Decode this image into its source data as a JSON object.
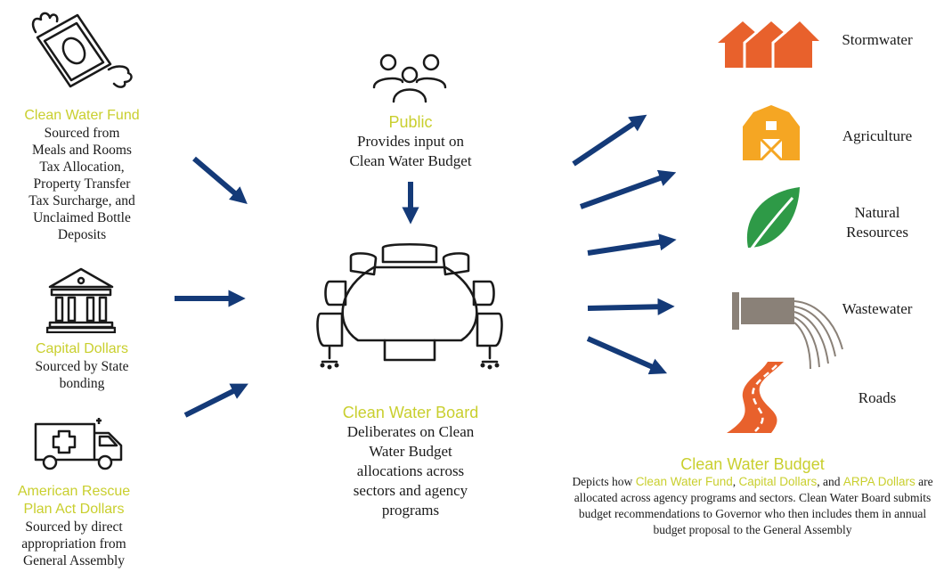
{
  "sources": {
    "clean_water_fund": {
      "title": "Clean Water Fund",
      "description": "Sourced from\nMeals and Rooms\nTax Allocation,\nProperty Transfer\nTax Surcharge, and\nUnclaimed Bottle\nDeposits"
    },
    "capital_dollars": {
      "title": "Capital Dollars",
      "description": "Sourced by State\nbonding"
    },
    "arpa": {
      "title": "American Rescue\nPlan Act Dollars",
      "description": "Sourced by direct\nappropriation from\nGeneral Assembly"
    }
  },
  "public": {
    "title": "Public",
    "description": "Provides input on\nClean Water Budget"
  },
  "board": {
    "title": "Clean Water Board",
    "description": "Deliberates on Clean\nWater Budget\nallocations across\nsectors and agency\nprograms"
  },
  "sectors": [
    {
      "label": "Stormwater",
      "icon": "houses-icon",
      "color": "#e8612c"
    },
    {
      "label": "Agriculture",
      "icon": "barn-icon",
      "color": "#f5a623"
    },
    {
      "label": "Natural\nResources",
      "icon": "leaf-icon",
      "color": "#2e9a47"
    },
    {
      "label": "Wastewater",
      "icon": "outfall-pipe-icon",
      "color": "#8a8178"
    },
    {
      "label": "Roads",
      "icon": "road-icon",
      "color": "#e8612c"
    }
  ],
  "budget": {
    "title": "Clean Water Budget",
    "desc_part1": "Depicts how ",
    "hl1": "Clean Water Fund",
    "desc_part2": ", ",
    "hl2": "Capital Dollars",
    "desc_part3": ", and ",
    "hl3": "ARPA Dollars",
    "desc_part4": " are allocated across agency programs and sectors. Clean Water Board submits budget recommendations to Governor who then includes them in annual budget proposal to the General Assembly"
  },
  "colors": {
    "arrow": "#143a78",
    "highlight": "#c9cf2e",
    "line": "#1a1a1a"
  }
}
